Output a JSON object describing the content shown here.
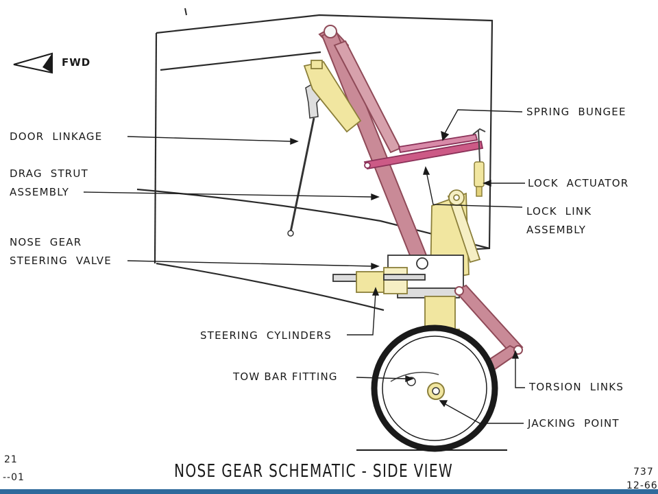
{
  "direction_label": "FWD",
  "labels": {
    "door_linkage": "DOOR  LINKAGE",
    "drag_strut": "DRAG  STRUT\nASSEMBLY",
    "steering_valve": "NOSE  GEAR\nSTEERING  VALVE",
    "spring_bungee": "SPRING  BUNGEE",
    "lock_actuator": "LOCK  ACTUATOR",
    "lock_link": "LOCK  LINK\nASSEMBLY",
    "steering_cylinders": "STEERING  CYLINDERS",
    "tow_bar": "TOW BAR FITTING",
    "torsion_links": "TORSION  LINKS",
    "jacking_point": "JACKING  POINT"
  },
  "title": "NOSE  GEAR  SCHEMATIC - SIDE  VIEW",
  "corner_left_top": "21",
  "corner_left_bottom": "--01",
  "corner_right_top": "737",
  "corner_right_bottom": "12-66",
  "colors": {
    "strut_pink": "#c98a97",
    "strut_edge": "#8f4a58",
    "yellow": "#f1e6a0",
    "yellow_edge": "#8b7f3a",
    "magenta": "#cc5a86",
    "bottom_bar": "#2f6a9c"
  }
}
